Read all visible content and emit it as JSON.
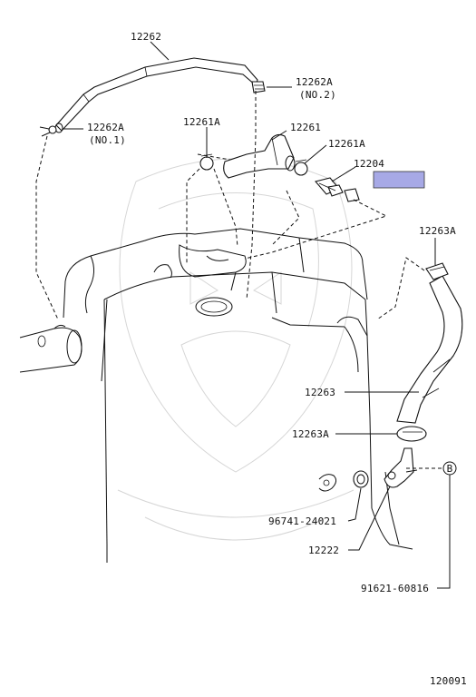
{
  "diagram": {
    "callouts": [
      {
        "id": "hose-12262",
        "text": "12262"
      },
      {
        "id": "clamp-12262a-no2",
        "text": "12262A",
        "sub": "(NO.2)"
      },
      {
        "id": "clamp-12262a-no1",
        "text": "12262A",
        "sub": "(NO.1)"
      },
      {
        "id": "clamp-12261a-left",
        "text": "12261A"
      },
      {
        "id": "hose-12261",
        "text": "12261"
      },
      {
        "id": "clamp-12261a-right",
        "text": "12261A"
      },
      {
        "id": "pcv-valve-12204",
        "text": "12204"
      },
      {
        "id": "clamp-12263a-top",
        "text": "12263A"
      },
      {
        "id": "hose-12263",
        "text": "12263"
      },
      {
        "id": "clamp-12263a-mid",
        "text": "12263A"
      },
      {
        "id": "gasket-96741",
        "text": "96741-24021"
      },
      {
        "id": "union-12222",
        "text": "12222"
      },
      {
        "id": "bolt-91621",
        "text": "91621-60816"
      }
    ],
    "bolt_marker": "B",
    "figure_number": "120091",
    "highlight_color": "#a7a9e6"
  }
}
